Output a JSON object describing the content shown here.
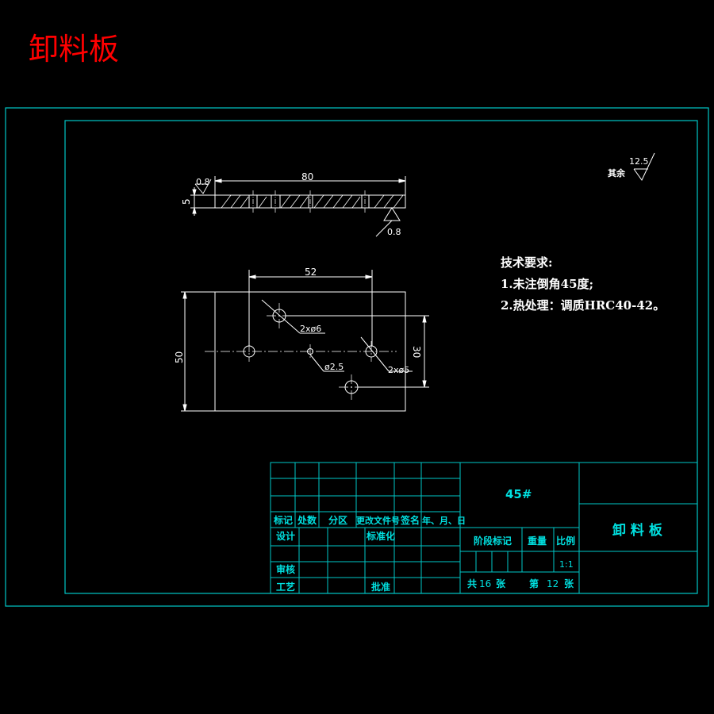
{
  "page_title": "卸料板",
  "colors": {
    "title": "#ff0000",
    "frame": "#00c8c8",
    "geometry": "#ffffff",
    "titleblock_text": "#00e0e0",
    "background": "#000000"
  },
  "dimensions": {
    "length": "80",
    "thickness": "5",
    "chamfer": "0.8",
    "roughness_bottom": "0.8",
    "roughness_other_value": "12.5",
    "roughness_other_label": "其余",
    "hole_spacing": "52",
    "width": "50",
    "hole_pair_distance": "30",
    "hole_a": "2xø6",
    "hole_b": "ø2.5",
    "hole_c": "2xø5"
  },
  "tech_requirements": {
    "heading": "技术要求:",
    "line1": "1.未注倒角45度;",
    "line2": "2.热处理：调质HRC40-42。"
  },
  "title_block": {
    "revision_headers": [
      "标记",
      "处数",
      "分区",
      "更改文件号",
      "签名",
      "年、月、日"
    ],
    "design": "设计",
    "standardization": "标准化",
    "review": "审核",
    "process": "工艺",
    "approve": "批准",
    "material": "45#",
    "stage_mark": "阶段标记",
    "weight": "重量",
    "scale_label": "比例",
    "scale_value": "1:1",
    "sheets_total_prefix": "共",
    "sheets_total": "16",
    "sheets_unit": "张",
    "sheet_no_prefix": "第",
    "sheet_no": "12",
    "part_name": "卸 料 板"
  }
}
